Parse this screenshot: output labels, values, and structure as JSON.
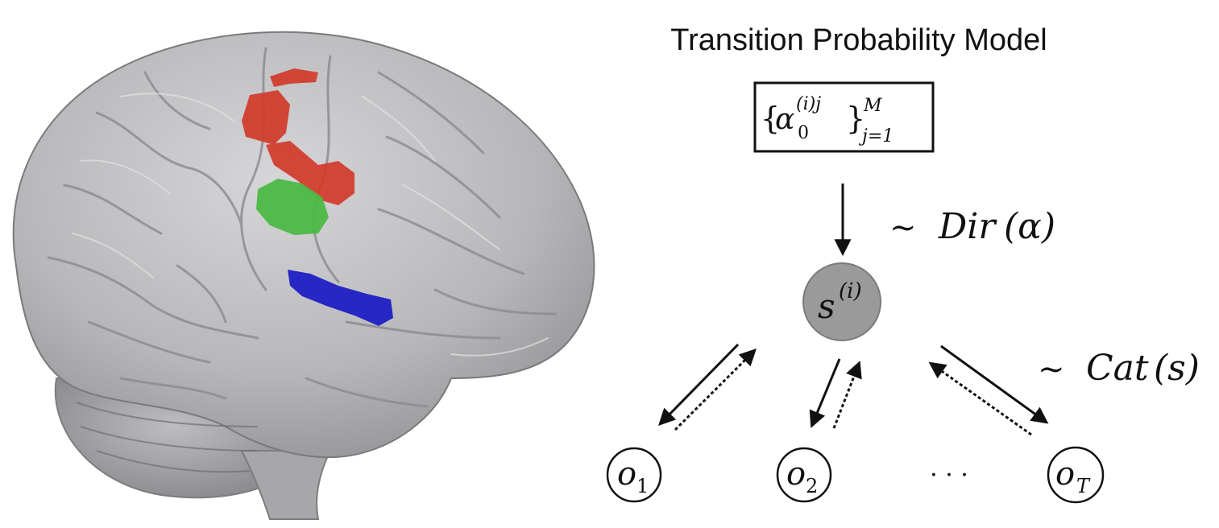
{
  "diagram": {
    "title": "Transition Probability Model",
    "prior_box": {
      "brace_open": "{",
      "alpha": "α",
      "sup": "(i)j",
      "sub": "0",
      "brace_close": "}",
      "upper": "M",
      "lower": "j=1"
    },
    "dir_label": {
      "tilde": "∼",
      "name": "Dir",
      "arg": "(α)"
    },
    "state_node": {
      "base": "s",
      "sup": "(i)"
    },
    "cat_label": {
      "tilde": "∼",
      "name": "Cat",
      "arg": "(s)"
    },
    "observations": [
      {
        "base": "o",
        "sub": "1"
      },
      {
        "base": "o",
        "sub": "2"
      },
      {
        "base": "o",
        "sub": "T"
      }
    ],
    "ellipsis": "· · ·"
  },
  "colors": {
    "brain_surface": "#b9b9bb",
    "region_red": "#d23a2a",
    "region_green": "#4cb845",
    "region_blue": "#1d1fc4",
    "state_node_fill": "#9a9a9a",
    "ink": "#111111"
  }
}
